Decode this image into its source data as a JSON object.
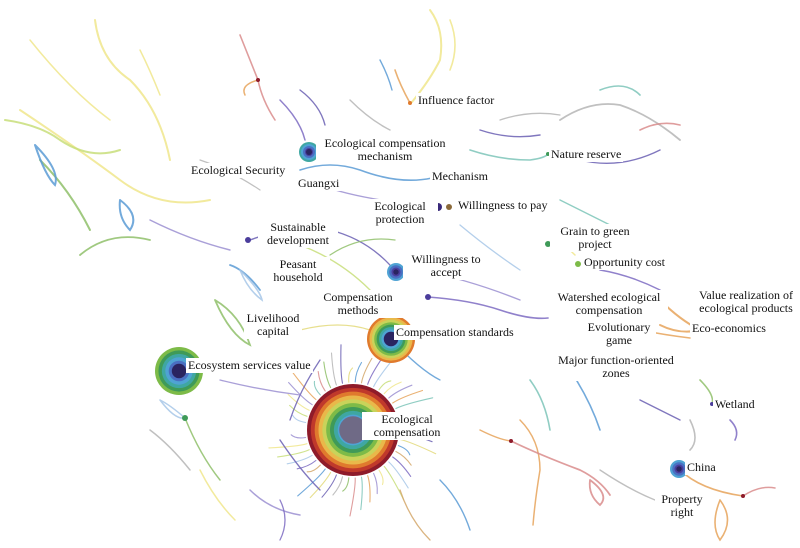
{
  "colors": {
    "rings": [
      "#8e1b2a",
      "#c0392b",
      "#e07a2d",
      "#e9b84a",
      "#c9d35a",
      "#7dbb48",
      "#3f9a58",
      "#3fa7a2",
      "#4fa3d4",
      "#4a6fc2",
      "#4b3d9c",
      "#2a2460"
    ],
    "links": [
      "#a7c7e7",
      "#c8de7a",
      "#f0e68c",
      "#9b8fd1",
      "#e6a35a",
      "#7cc4b9",
      "#d98c8c",
      "#8fbf6a",
      "#b5b5b5",
      "#6a5fb3",
      "#e3d97a",
      "#5a9bd5",
      "#d4a76a",
      "#7d6bc2"
    ]
  },
  "keywords": [
    {
      "id": "influence-factor",
      "text": "Influence factor"
    },
    {
      "id": "ecological-compensation-mechanism",
      "text": "Ecological compensation mechanism"
    },
    {
      "id": "nature-reserve",
      "text": "Nature reserve"
    },
    {
      "id": "ecological-security",
      "text": "Ecological Security"
    },
    {
      "id": "guangxi",
      "text": "Guangxi"
    },
    {
      "id": "mechanism",
      "text": "Mechanism"
    },
    {
      "id": "ecological-protection",
      "text": "Ecological protection"
    },
    {
      "id": "willingness-to-pay",
      "text": "Willingness to pay"
    },
    {
      "id": "sustainable-development",
      "text": "Sustainable development"
    },
    {
      "id": "grain-to-green-project",
      "text": "Grain to green project"
    },
    {
      "id": "peasant-household",
      "text": "Peasant household"
    },
    {
      "id": "willingness-to-accept",
      "text": "Willingness to accept"
    },
    {
      "id": "opportunity-cost",
      "text": "Opportunity cost"
    },
    {
      "id": "compensation-methods",
      "text": "Compensation methods"
    },
    {
      "id": "watershed-ecological-compensation",
      "text": "Watershed ecological compensation"
    },
    {
      "id": "value-realization",
      "text": "Value realization of ecological products"
    },
    {
      "id": "livelihood-capital",
      "text": "Livelihood capital"
    },
    {
      "id": "evolutionary-game",
      "text": "Evolutionary game"
    },
    {
      "id": "eco-economics",
      "text": "Eco-economics"
    },
    {
      "id": "compensation-standards",
      "text": "Compensation standards"
    },
    {
      "id": "major-function-oriented-zones",
      "text": "Major function-oriented zones"
    },
    {
      "id": "ecosystem-services-value",
      "text": "Ecosystem services value"
    },
    {
      "id": "wetland",
      "text": "Wetland"
    },
    {
      "id": "ecological-compensation",
      "text": "Ecological compensation"
    },
    {
      "id": "china",
      "text": "China"
    },
    {
      "id": "property-right",
      "text": "Property right"
    }
  ]
}
